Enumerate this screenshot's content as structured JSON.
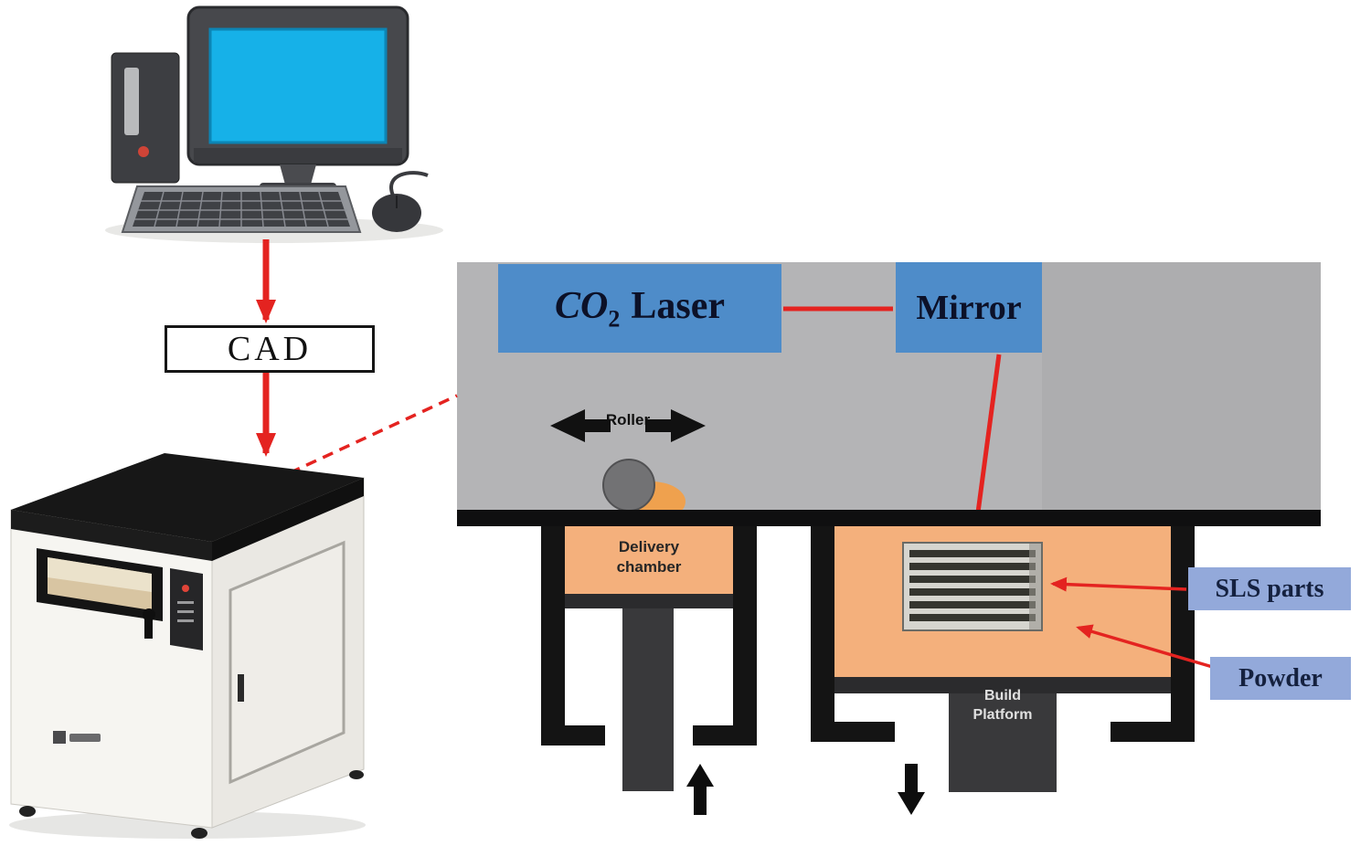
{
  "figure": {
    "cad_label": "CAD",
    "co2_laser": {
      "prefix": "CO",
      "subscript": "2",
      "suffix": "Laser"
    },
    "mirror_label": "Mirror",
    "roller_label": "Roller",
    "delivery_chamber_label": "Delivery chamber",
    "build_platform_label": "Build Platform",
    "sls_parts_label": "SLS parts",
    "powder_label": "Powder"
  },
  "colors": {
    "accent_red": "#e42320",
    "laser_mirror_box_blue": "#4e8cc9",
    "callout_box_blue": "#93a9da",
    "powder_orange": "#f4b07c",
    "schematic_gray": "#b4b4b6",
    "structure_black": "#141414",
    "screen_blue": "#16b1e8"
  }
}
